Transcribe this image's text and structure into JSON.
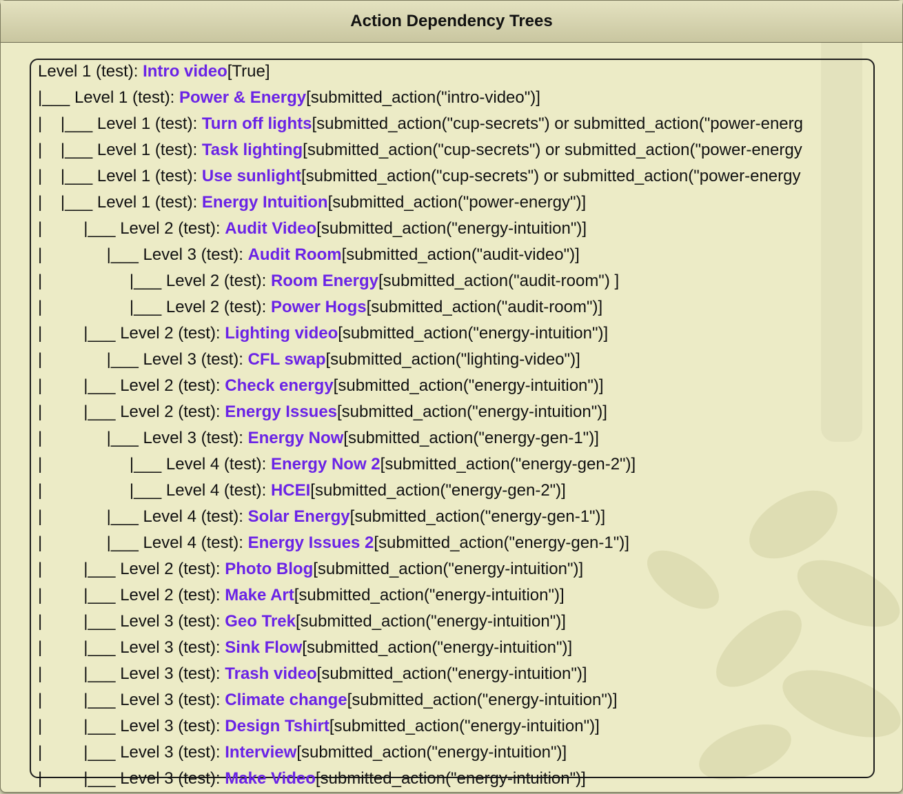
{
  "window": {
    "title": "Action Dependency Trees"
  },
  "tree": [
    {
      "prefix": "",
      "level": "Level 1 (test): ",
      "name": "Intro video",
      "cond": "[True]"
    },
    {
      "prefix": "|___ ",
      "level": "Level 1 (test): ",
      "name": "Power & Energy",
      "cond": "[submitted_action(\"intro-video\")]"
    },
    {
      "prefix": "|    |___ ",
      "level": "Level 1 (test): ",
      "name": "Turn off lights",
      "cond": "[submitted_action(\"cup-secrets\") or submitted_action(\"power-energ"
    },
    {
      "prefix": "|    |___ ",
      "level": "Level 1 (test): ",
      "name": "Task lighting",
      "cond": "[submitted_action(\"cup-secrets\") or submitted_action(\"power-energy"
    },
    {
      "prefix": "|    |___ ",
      "level": "Level 1 (test): ",
      "name": "Use sunlight",
      "cond": "[submitted_action(\"cup-secrets\") or submitted_action(\"power-energy"
    },
    {
      "prefix": "|    |___ ",
      "level": "Level 1 (test): ",
      "name": "Energy Intuition",
      "cond": "[submitted_action(\"power-energy\")]"
    },
    {
      "prefix": "|         |___ ",
      "level": "Level 2 (test): ",
      "name": "Audit Video",
      "cond": "[submitted_action(\"energy-intuition\")]"
    },
    {
      "prefix": "|              |___ ",
      "level": "Level 3 (test): ",
      "name": "Audit Room",
      "cond": "[submitted_action(\"audit-video\")]"
    },
    {
      "prefix": "|                   |___ ",
      "level": "Level 2 (test): ",
      "name": "Room Energy",
      "cond": "[submitted_action(\"audit-room\") ]"
    },
    {
      "prefix": "|                   |___ ",
      "level": "Level 2 (test): ",
      "name": "Power Hogs",
      "cond": "[submitted_action(\"audit-room\")]"
    },
    {
      "prefix": "|         |___ ",
      "level": "Level 2 (test): ",
      "name": "Lighting video",
      "cond": "[submitted_action(\"energy-intuition\")]"
    },
    {
      "prefix": "|              |___ ",
      "level": "Level 3 (test): ",
      "name": "CFL swap",
      "cond": "[submitted_action(\"lighting-video\")]"
    },
    {
      "prefix": "|         |___ ",
      "level": "Level 2 (test): ",
      "name": "Check energy",
      "cond": "[submitted_action(\"energy-intuition\")]"
    },
    {
      "prefix": "|         |___ ",
      "level": "Level 2 (test): ",
      "name": "Energy Issues",
      "cond": "[submitted_action(\"energy-intuition\")]"
    },
    {
      "prefix": "|              |___ ",
      "level": "Level 3 (test): ",
      "name": "Energy Now",
      "cond": "[submitted_action(\"energy-gen-1\")]"
    },
    {
      "prefix": "|                   |___ ",
      "level": "Level 4 (test): ",
      "name": "Energy Now 2",
      "cond": "[submitted_action(\"energy-gen-2\")]"
    },
    {
      "prefix": "|                   |___ ",
      "level": "Level 4 (test): ",
      "name": "HCEI",
      "cond": "[submitted_action(\"energy-gen-2\")]"
    },
    {
      "prefix": "|              |___ ",
      "level": "Level 4 (test): ",
      "name": "Solar Energy",
      "cond": "[submitted_action(\"energy-gen-1\")]"
    },
    {
      "prefix": "|              |___ ",
      "level": "Level 4 (test): ",
      "name": "Energy Issues 2",
      "cond": "[submitted_action(\"energy-gen-1\")]"
    },
    {
      "prefix": "|         |___ ",
      "level": "Level 2 (test): ",
      "name": "Photo Blog",
      "cond": "[submitted_action(\"energy-intuition\")]"
    },
    {
      "prefix": "|         |___ ",
      "level": "Level 2 (test): ",
      "name": "Make Art",
      "cond": "[submitted_action(\"energy-intuition\")]"
    },
    {
      "prefix": "|         |___ ",
      "level": "Level 3 (test): ",
      "name": "Geo Trek",
      "cond": "[submitted_action(\"energy-intuition\")]"
    },
    {
      "prefix": "|         |___ ",
      "level": "Level 3 (test): ",
      "name": "Sink Flow",
      "cond": "[submitted_action(\"energy-intuition\")]"
    },
    {
      "prefix": "|         |___ ",
      "level": "Level 3 (test): ",
      "name": "Trash video",
      "cond": "[submitted_action(\"energy-intuition\")]"
    },
    {
      "prefix": "|         |___ ",
      "level": "Level 3 (test): ",
      "name": "Climate change",
      "cond": "[submitted_action(\"energy-intuition\")]"
    },
    {
      "prefix": "|         |___ ",
      "level": "Level 3 (test): ",
      "name": "Design Tshirt",
      "cond": "[submitted_action(\"energy-intuition\")]"
    },
    {
      "prefix": "|         |___ ",
      "level": "Level 3 (test): ",
      "name": "Interview",
      "cond": "[submitted_action(\"energy-intuition\")]"
    },
    {
      "prefix": "|         |___ ",
      "level": "Level 3 (test): ",
      "name": "Make Video",
      "cond": "[submitted_action(\"energy-intuition\")]"
    }
  ]
}
